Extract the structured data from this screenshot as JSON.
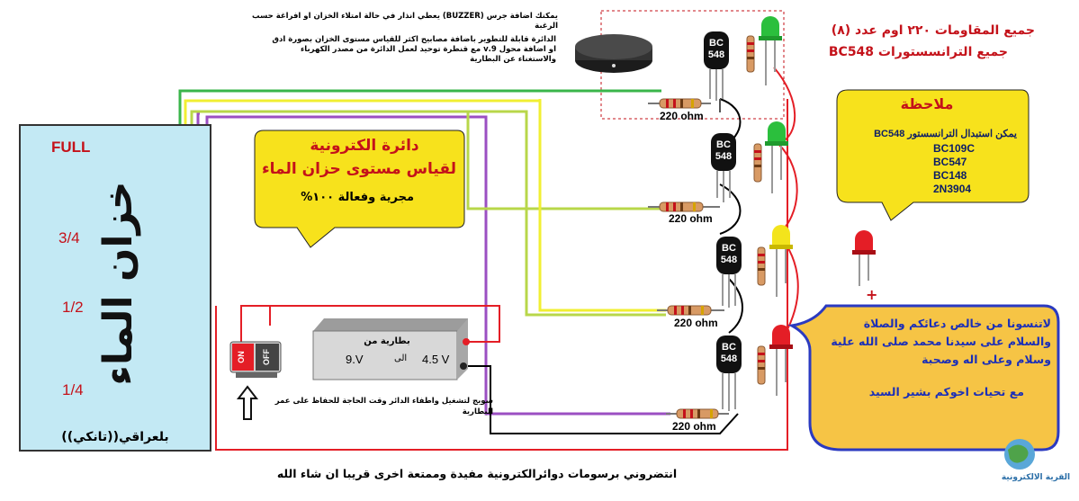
{
  "colors": {
    "tank_water": "#c3e9f4",
    "note_fill": "#f7e21c",
    "note_border": "#222",
    "bubble_fill": "#f6c445",
    "bubble_border": "#2b3ac0",
    "wire_green": "#39b54a",
    "wire_yellow": "#f1ef32",
    "wire_lightgreen": "#b8d74a",
    "wire_purple": "#9b4fc2",
    "wire_red": "#e41e26",
    "wire_black": "#000000"
  },
  "top_notes": {
    "buzzer": "يمكنك اضافة جرس   (BUZZER)    يعطي انذار في حالة امتلاء الخزان او افراغة حسب الرغبة",
    "develop": "الدائرة قابلة للتطوير باضافة مصابيح اكثر للقياس مستوى الخزان بصورة ادق او اضافة محول 9.v مع قنطرة توحيد لعمل الدائرة من مصدر الكهرباء والاستغناء عن البطارية"
  },
  "header_right": {
    "line1": "جميع المقاومات ٢٢٠ اوم عدد (٨)",
    "line2": "جميع الترانسستورات BC548"
  },
  "tank": {
    "title": "خزان الماء",
    "level_full": "FULL",
    "level_3_4": "3/4",
    "level_1_2": "1/2",
    "level_1_4": "1/4",
    "bottom_text": "بلعراقي((تانكي))"
  },
  "center_note": {
    "line1": "دائرة الكترونية",
    "line2": "لقياس مستوى حزان الماء",
    "line3": "مجرية وفعالة ١٠٠%"
  },
  "battery": {
    "line1": "بطارية من",
    "left_v": "9.V",
    "mid": "الى",
    "right_v": "4.5 V"
  },
  "switch": {
    "on": "ON",
    "off": "OFF",
    "caption": "سويج لتشغيل واطفاء الدائر وقت الحاجة للحفاظ على عمر البطارية"
  },
  "resistors": [
    "220 ohm",
    "220 ohm",
    "220 ohm",
    "220 ohm"
  ],
  "transistors": [
    "BC 548",
    "BC 548",
    "BC 548",
    "BC 548"
  ],
  "right_note": {
    "title": "ملاحظة",
    "line1": "يمكن استبدال الترانسستور BC548",
    "items": [
      "BC109C",
      "BC547",
      "BC148",
      "2N3904"
    ]
  },
  "led_plus": "+",
  "prayer_bubble": {
    "line1": "لاتنسونا من خالص دعائكم والصلاة",
    "line2": "والسلام على سيدنا محمد صلى الله علية",
    "line3": "وسلام وعلى اله وصحبة",
    "line4": "مع تحيات اخوكم بشير السيد"
  },
  "footer": "انتضروني برسومات دوائرالكترونية مفيدة وممتعة اخرى قريبا ان شاء الله",
  "logo_text": "القرية الالكترونية"
}
